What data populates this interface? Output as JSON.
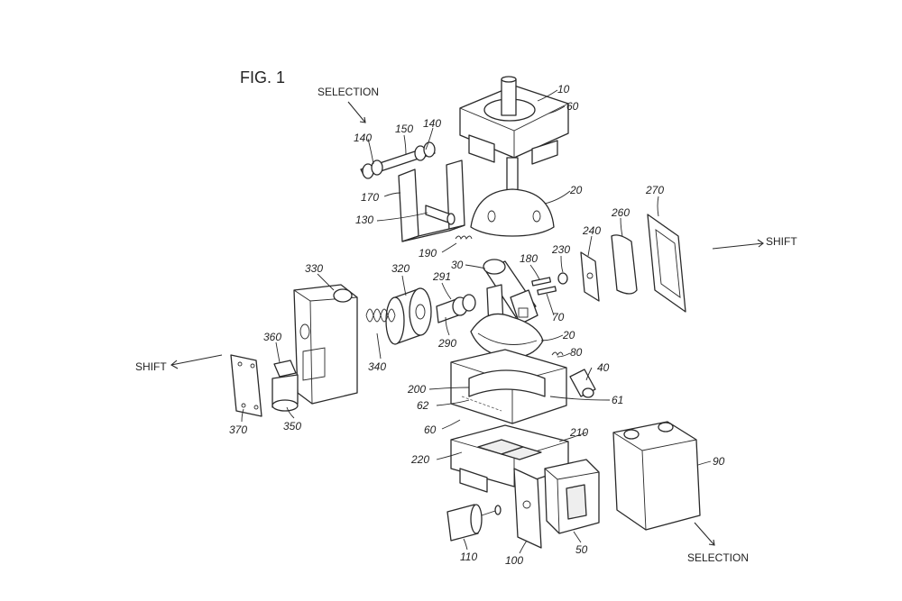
{
  "figure_title": "FIG. 1",
  "directions": {
    "selection_top": "SELECTION",
    "selection_bottom": "SELECTION",
    "shift_right": "SHIFT",
    "shift_left": "SHIFT"
  },
  "reference_numerals": [
    "10",
    "60",
    "140",
    "150",
    "140",
    "170",
    "130",
    "190",
    "20",
    "270",
    "260",
    "240",
    "230",
    "180",
    "70",
    "30",
    "320",
    "291",
    "290",
    "330",
    "340",
    "360",
    "370",
    "350",
    "20",
    "80",
    "40",
    "200",
    "62",
    "61",
    "60",
    "210",
    "220",
    "90",
    "110",
    "100",
    "50"
  ]
}
